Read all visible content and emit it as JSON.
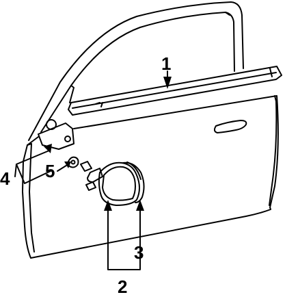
{
  "diagram": {
    "callouts": [
      {
        "id": "1",
        "text": "1"
      },
      {
        "id": "2",
        "text": "2"
      },
      {
        "id": "3",
        "text": "3"
      },
      {
        "id": "4",
        "text": "4"
      },
      {
        "id": "5",
        "text": "5"
      }
    ]
  },
  "colors": {
    "line": "#000000",
    "background": "#ffffff"
  }
}
